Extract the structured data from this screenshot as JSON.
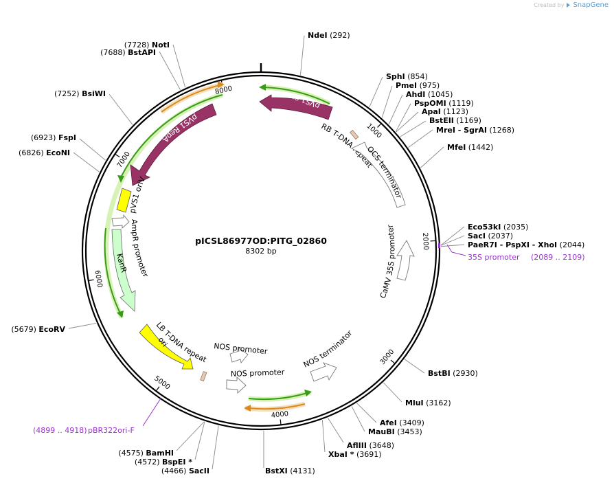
{
  "branding": {
    "created_by": "Created by",
    "product": "SnapGene"
  },
  "plasmid": {
    "name": "pICSL86977OD:PITG_02860",
    "size": "8302 bp",
    "length": 8302
  },
  "ticks": [
    {
      "bp": 1000,
      "label": "1000"
    },
    {
      "bp": 2000,
      "label": "2000"
    },
    {
      "bp": 3000,
      "label": "3000"
    },
    {
      "bp": 4000,
      "label": "4000"
    },
    {
      "bp": 5000,
      "label": "5000"
    },
    {
      "bp": 6000,
      "label": "6000"
    },
    {
      "bp": 7000,
      "label": "7000"
    },
    {
      "bp": 8000,
      "label": "8000"
    }
  ],
  "sites": [
    {
      "name": "NdeI",
      "pos": "(292)",
      "bp": 292
    },
    {
      "name": "SphI",
      "pos": "(854)",
      "bp": 854
    },
    {
      "name": "PmeI",
      "pos": "(975)",
      "bp": 975
    },
    {
      "name": "AhdI",
      "pos": "(1045)",
      "bp": 1045
    },
    {
      "name": "PspOMI",
      "pos": "(1119)",
      "bp": 1119
    },
    {
      "name": "ApaI",
      "pos": "(1123)",
      "bp": 1123
    },
    {
      "name": "BstEII",
      "pos": "(1169)",
      "bp": 1169
    },
    {
      "name": "MreI  -  SgrAI",
      "pos": "(1268)",
      "bp": 1268
    },
    {
      "name": "MfeI",
      "pos": "(1442)",
      "bp": 1442
    },
    {
      "name": "Eco53kI",
      "pos": "(2035)",
      "bp": 2035
    },
    {
      "name": "SacI",
      "pos": "(2037)",
      "bp": 2037
    },
    {
      "name": "PaeR7I  -  PspXI  -  XhoI",
      "pos": "(2044)",
      "bp": 2044
    },
    {
      "name": "BstBI",
      "pos": "(2930)",
      "bp": 2930
    },
    {
      "name": "MluI",
      "pos": "(3162)",
      "bp": 3162
    },
    {
      "name": "AfeI",
      "pos": "(3409)",
      "bp": 3409
    },
    {
      "name": "MauBI",
      "pos": "(3453)",
      "bp": 3453
    },
    {
      "name": "AflIII",
      "pos": "(3648)",
      "bp": 3648
    },
    {
      "name": "XbaI *",
      "pos": "(3691)",
      "bp": 3691
    },
    {
      "name": "BstXI",
      "pos": "(4131)",
      "bp": 4131
    },
    {
      "name": "SacII",
      "pos": "(4466)",
      "bp": 4466
    },
    {
      "name": "BspEI *",
      "pos": "(4572)",
      "bp": 4572
    },
    {
      "name": "BamHI",
      "pos": "(4575)",
      "bp": 4575
    },
    {
      "name": "EcoRV",
      "pos": "(5679)",
      "bp": 5679
    },
    {
      "name": "EcoNI",
      "pos": "(6826)",
      "bp": 6826
    },
    {
      "name": "FspI",
      "pos": "(6923)",
      "bp": 6923
    },
    {
      "name": "BsiWI",
      "pos": "(7252)",
      "bp": 7252
    },
    {
      "name": "BstAPI",
      "pos": "(7688)",
      "bp": 7688
    },
    {
      "name": "NotI",
      "pos": "(7728)",
      "bp": 7728
    }
  ],
  "primers": [
    {
      "name": "35S promoter",
      "range": "(2089 .. 2109)"
    },
    {
      "name": "pBR322ori-F",
      "range": "(4899 .. 4918)"
    }
  ],
  "features": [
    {
      "name": "pVS1 StaA",
      "type": "CDS"
    },
    {
      "name": "pVS1 RepA",
      "type": "CDS"
    },
    {
      "name": "RB T-DNA repeat",
      "type": "repeat"
    },
    {
      "name": "OCS terminator",
      "type": "terminator"
    },
    {
      "name": "CaMV 35S promoter",
      "type": "promoter"
    },
    {
      "name": "pVS1 oriV",
      "type": "rep_origin"
    },
    {
      "name": "AmpR promoter",
      "type": "promoter"
    },
    {
      "name": "KanR",
      "type": "CDS"
    },
    {
      "name": "LB T-DNA repeat",
      "type": "repeat"
    },
    {
      "name": "ori",
      "type": "rep_origin"
    },
    {
      "name": "NOS promoter",
      "type": "promoter"
    },
    {
      "name": "NOS promoter",
      "type": "promoter"
    },
    {
      "name": "NOS terminator",
      "type": "terminator"
    }
  ],
  "colors": {
    "cds": "#993366",
    "ori": "#ffff00",
    "kan": "#ccffcc",
    "repeat": "#e6c8b4",
    "primer": "#9933cc",
    "orf_green": "#3a9a1a",
    "orf_glow": "#d6f2b4",
    "orf_orange": "#d98a1f",
    "orf_orange_glow": "#f5dfba",
    "backbone": "#000000"
  }
}
